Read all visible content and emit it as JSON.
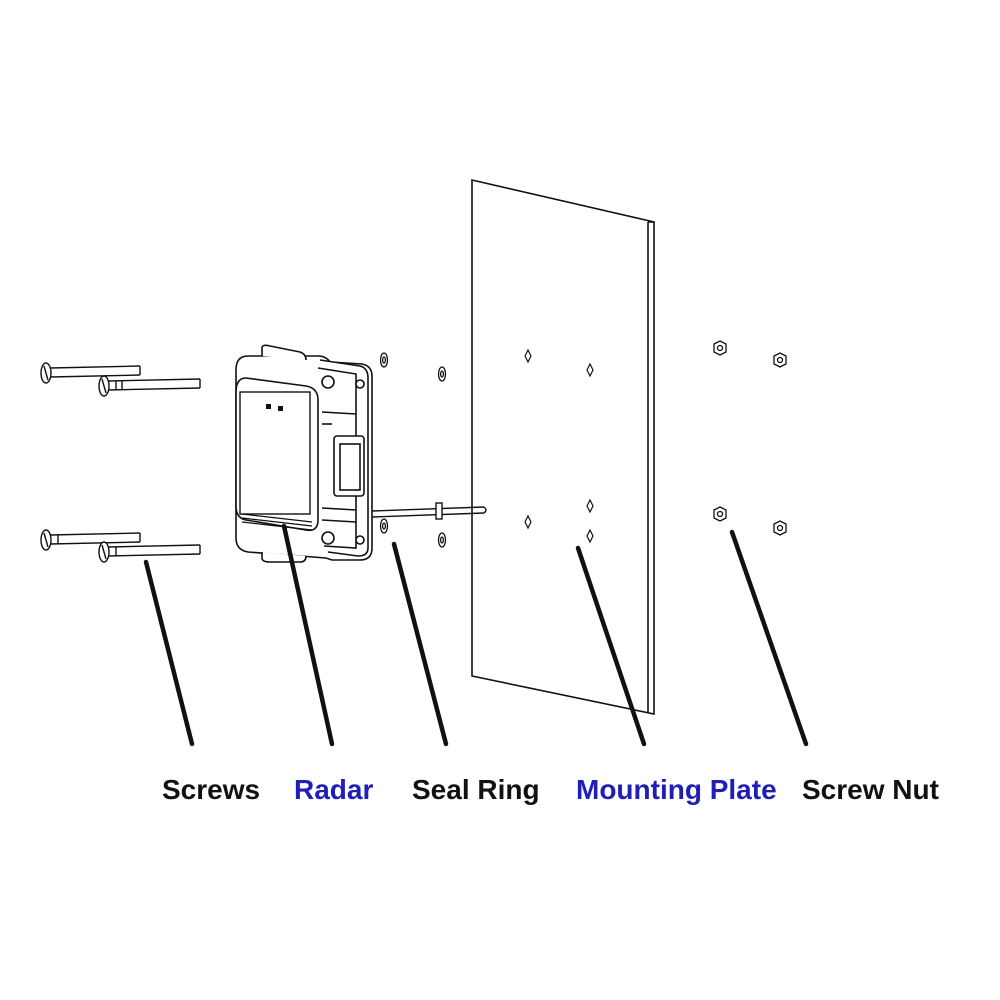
{
  "labels": [
    {
      "key": "screws",
      "text": "Screws",
      "color": "#111111"
    },
    {
      "key": "radar",
      "text": "Radar",
      "color": "#1f1fb8"
    },
    {
      "key": "seal_ring",
      "text": "Seal Ring",
      "color": "#111111"
    },
    {
      "key": "mounting_plate",
      "text": "Mounting Plate",
      "color": "#1f1fb8"
    },
    {
      "key": "screw_nut",
      "text": "Screw Nut",
      "color": "#111111"
    }
  ],
  "colors": {
    "line": "#111111",
    "background": "#ffffff",
    "accent_blue": "#1f1fb8"
  }
}
